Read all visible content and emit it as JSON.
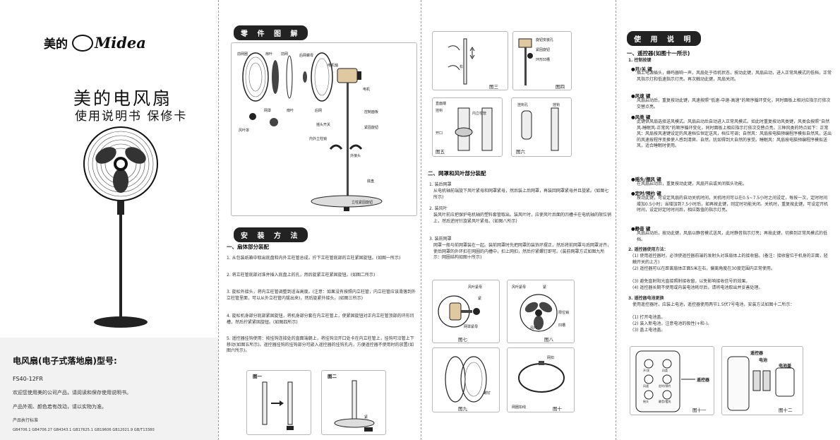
{
  "cover": {
    "logo_cn": "美的",
    "logo_en": "Midea",
    "title": "美的电风扇",
    "subtitle": "使用说明书  保修卡",
    "model_label": "电风扇(电子式落地扇)型号:",
    "model_number": "FS40-12FR",
    "welcome": "欢迎您使用美的公司产品，请阅读和保存使用说明书。",
    "notice": "产品外观、颜色若有改动，请以实物为准。",
    "standards_label": "产品执行标准",
    "standards": "GB4706.1  GB4706.27  GB4343.1 GB17625.1  GB19606  GB12021.9  GB/T13380"
  },
  "parts": {
    "heading": "零 件 图 解",
    "labels": {
      "front_mesh_ring": "前网圈",
      "blade_nut": "扇叶",
      "front_mesh": "前网",
      "back_mesh_nut": "后网螺母",
      "motor_shaft": "电机轴",
      "motor": "电机",
      "mesh_screw": "网罩",
      "back_mesh": "后网",
      "blade_cap": "扇叶",
      "wind_cover": "风叶罩",
      "control_panel": "控制面板",
      "head_screw": "摇头开关",
      "lock_knob": "紧固旋钮",
      "inner_pole": "内外立柱锁",
      "extend_pole": "外接头",
      "base": "底盘",
      "base_screw": "立柱紧固旋钮"
    }
  },
  "install": {
    "heading": "安 装 方 法",
    "section1_title": "一、扇体部分装配",
    "steps": [
      "1. 从包装纸箱中取出底盘和内外立柱管总成，拧下立柱管底部的立柱紧固旋钮。(如图一所示)",
      "2. 将立柱管底部对准并插入底盘上的孔，然后旋紧立柱紧固旋钮。(如图二所示)",
      "3. 旋松外接头，将内立柱管调整到适当高度。(注意：如果没有按照内立柱管，内立柱管应该滑落到外立柱管里面，可以从外立柱管内拔出来)，然后旋紧外接头。(如图三所示)",
      "4. 旋松机身部分底部紧固旋钮，将机身部分套在内立柱管上，使紧固旋钮对正内立柱管顶部的环形凹槽，然后拧紧紧固旋钮。(如图四所示)",
      "5. 遥控器挂钩使用：按挂钩连接处的直面端朝上，将挂钩沿开口处卡在内立柱管上，挂钩可沿管上下移动(如图五所示)。遥控器挂钩的挂钩部分可嵌入遥控器的挂钩孔内，方便遥控器不使用时的放置(如图六所示)。"
    ],
    "fig1": "图一",
    "fig2": "图二",
    "fig2_label": "紧"
  },
  "assembly": {
    "fig3": "图三",
    "fig3_label": "松",
    "fig4": "图四",
    "fig4_labels": [
      "旋钮安装孔",
      "紧固旋钮",
      "环形凹槽"
    ],
    "fig5": "图五",
    "fig5_labels": [
      "直面端",
      "挂钩",
      "内立柱管",
      "开口"
    ],
    "fig6": "图六",
    "fig6_labels": [
      "挂钩孔",
      "挂钩"
    ],
    "section2_title": "二、网罩和风叶部分装配",
    "mesh_steps": [
      "1. 装后网罩",
      "从电机轴前端旋下风叶紧母和网罩紧母，然后装上后网罩，再装回网罩紧母并且旋紧。(如图七所示)",
      "2. 装风叶",
      "装风叶前应把保护电机轴的塑料套管取出。装风叶时，应使风叶后面的凹槽卡在电机轴的限位销上，然后逆时针旋紧风叶紧母。(如图八所示)",
      "3. 装前网罩",
      "网罩一般与前网罩装在一起。装前网罩时先把网罩的装饰环摆正，然后将前网罩与后网罩对齐，使后网罩的外环扣在网圈的内槽中，扣上网扣，然后拧紧螺钉即可。(装前网罩方式如图九所示：网圈结构如图十所示)"
    ],
    "fig7": "图七",
    "fig7_labels": [
      "风叶紧母",
      "紧",
      "网罩紧母"
    ],
    "fig8": "图八",
    "fig8_labels": [
      "风叶紧母",
      "紧",
      "限位销",
      "凹槽",
      "风叶"
    ],
    "fig9": "图九",
    "fig9_label": "螺钉",
    "fig10": "图十",
    "fig10_labels": [
      "网扣",
      "网圈扣线"
    ]
  },
  "usage": {
    "heading": "使 用 说 明",
    "section_title": "一、遥控器(如图十一所示)",
    "ctrl_title": "1. 控制按键",
    "items": [
      {
        "title": "●开/关 键",
        "text": "插上电源插头，蜂鸣器响一声，风扇处于待机状态，按动此键，风扇启动，进入正常风模式的低档，正常风指示灯和低速指示灯亮。再次触动此键，风扇关闭。"
      },
      {
        "title": "●风速 键",
        "text": "风扇启动后，重复按动此键，风速按照“低速-中速-高速”的顺序循环变化，同时面板上相对应指示灯依次交替点亮。"
      },
      {
        "title": "●风类 键",
        "text": "此键供风扇选择送风模式。风扇启动后自动进入正常风模式。如此时重复按动风类键，风类会按照“自然风-睡眠风-正常风”的顺序循环变化，同时面板上相应指示灯依次交替点亮。三种风类的特点如下：正常风：风扇按风速键设定的风速档位恒定送风，档位可调；自然风：风扇按电脑预编程序模拟自然风，送出的风速按程序变换使人感到清爽、自然，犹如得到大自然的享受。睡眠风：风扇按电脑预编程序模拟送风，适合睡眠时使用。"
      },
      {
        "title": "●摇头/摆风 键",
        "text": "在风扇启动后，重复按动此键，风扇开启或关闭摇头功能。"
      },
      {
        "title": "●定时/预约 键",
        "text": "按动此键，可设定风扇的自动关机时间，关机时间可以在0.5~7.5小时之间设定，每按一次，定时时间增加0.5小时；当增加到7.5小时后，如再按此键，则定时功能关闭。关机时，重复按此键，可设定开机时间，设定好定时时间后，相应数值的指示灯亮。"
      },
      {
        "title": "●静音 键",
        "text": "风扇启动后，按动此键，风扇以静音模式送风，此时静音指示灯亮；再按此键，切换到正常风模式的低档。"
      }
    ],
    "remote_title": "2. 遥控器使用方法：",
    "remote_lines": [
      "(1) 使用遥控器时，必须使遥控器前端的发射头对准扇体上的接收窗。(备注：接收窗位于机身的正面，轻触开关的上方)",
      "(2) 遥控器可以在距离扇体正面5米左右，偏离角度在30度范围内正常使用。",
      "(3) 避免直射阳光直接照射接收窗，以免影响接收信号的效果。",
      "(4) 遥控器长期不使用或内装电池耗尽后，请将电池取出并妥善处理。"
    ],
    "battery_title": "3. 遥控器电池更换",
    "battery_intro": "使用遥控器时，应装上电池，遥控器使用两节1.5伏7号电池，安装方法如图十二所示：",
    "battery_steps": [
      "(1) 打开电池盖。",
      "(2) 装入新电池，注意电池的极性(+和-)。",
      "(3) 盖上电池盖。"
    ],
    "remote_label": "遥控器",
    "fig11": "图十一",
    "fig12": "图十二",
    "fig12_labels": [
      "遥控器",
      "电池",
      "电池盖"
    ],
    "remote_buttons": [
      "开/关",
      "风类",
      "风速",
      "定时/预约",
      "摇头",
      "静音/摆风"
    ]
  }
}
